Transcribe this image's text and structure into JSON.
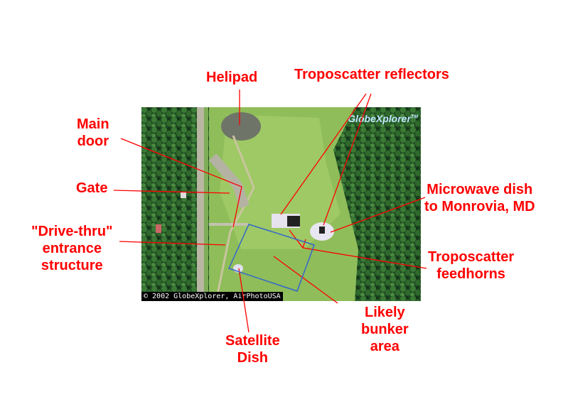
{
  "labels": {
    "helipad": "Helipad",
    "troposcatter_reflectors": "Troposcatter reflectors",
    "main_door": [
      "Main",
      "door"
    ],
    "gate": "Gate",
    "microwave_dish": [
      "Microwave dish",
      "to Monrovia, MD"
    ],
    "drive_thru": [
      "\"Drive-thru\"",
      "entrance",
      "structure"
    ],
    "troposcatter_feedhorns": [
      "Troposcatter",
      "feedhorns"
    ],
    "bunker": [
      "Likely",
      "bunker",
      "area"
    ],
    "satellite_dish": [
      "Satellite",
      "Dish"
    ]
  },
  "photo": {
    "copyright": "© 2002 GlobeXplorer, AirPhotoUSA",
    "logo": "GlobeXplorer",
    "logo_tm": "TM"
  },
  "colors": {
    "annotation": "#ff0000",
    "bunker_outline": "#3366cc"
  }
}
